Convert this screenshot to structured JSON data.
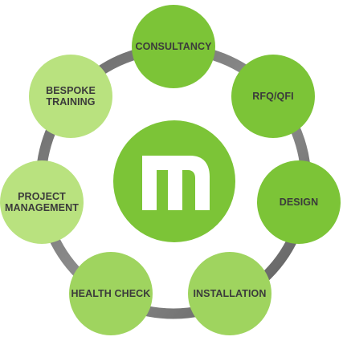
{
  "colors": {
    "ring": "#5f5f5f",
    "ring_light": "#8a8a8a",
    "node_dark": "#7cc437",
    "node_mid": "#9fd45f",
    "node_light": "#b9e27f",
    "center": "#7cc437",
    "logo_fill": "#ffffff",
    "label": "#3b3b3b"
  },
  "center": {
    "logo": "m-logo-icon"
  },
  "nodes": [
    {
      "id": "consultancy",
      "label": "CONSULTANCY",
      "shade": "node_dark"
    },
    {
      "id": "rfq",
      "label": "RFQ/QFI",
      "shade": "node_dark"
    },
    {
      "id": "design",
      "label": "DESIGN",
      "shade": "node_dark"
    },
    {
      "id": "installation",
      "label": "INSTALLATION",
      "shade": "node_mid"
    },
    {
      "id": "health-check",
      "label": "HEALTH CHECK",
      "shade": "node_mid"
    },
    {
      "id": "project-management",
      "label": "PROJECT\nMANAGEMENT",
      "shade": "node_light"
    },
    {
      "id": "bespoke-training",
      "label": "BESPOKE\nTRAINING",
      "shade": "node_light"
    }
  ]
}
